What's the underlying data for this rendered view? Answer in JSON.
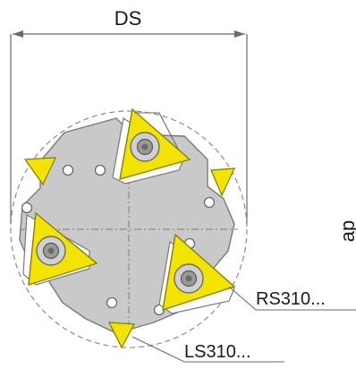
{
  "diagram": {
    "dimension_label": "DS",
    "side_label": "ap",
    "callouts": [
      {
        "id": "rs",
        "text": "RS310..."
      },
      {
        "id": "ls",
        "text": "LS310..."
      }
    ]
  },
  "colors": {
    "body": "#c9c9c9",
    "body_stroke": "#7a7a7a",
    "insert": "#f2e400",
    "insert_stroke": "#8a8000",
    "screw": "#9a9a9a",
    "line": "#6a6a6a"
  }
}
